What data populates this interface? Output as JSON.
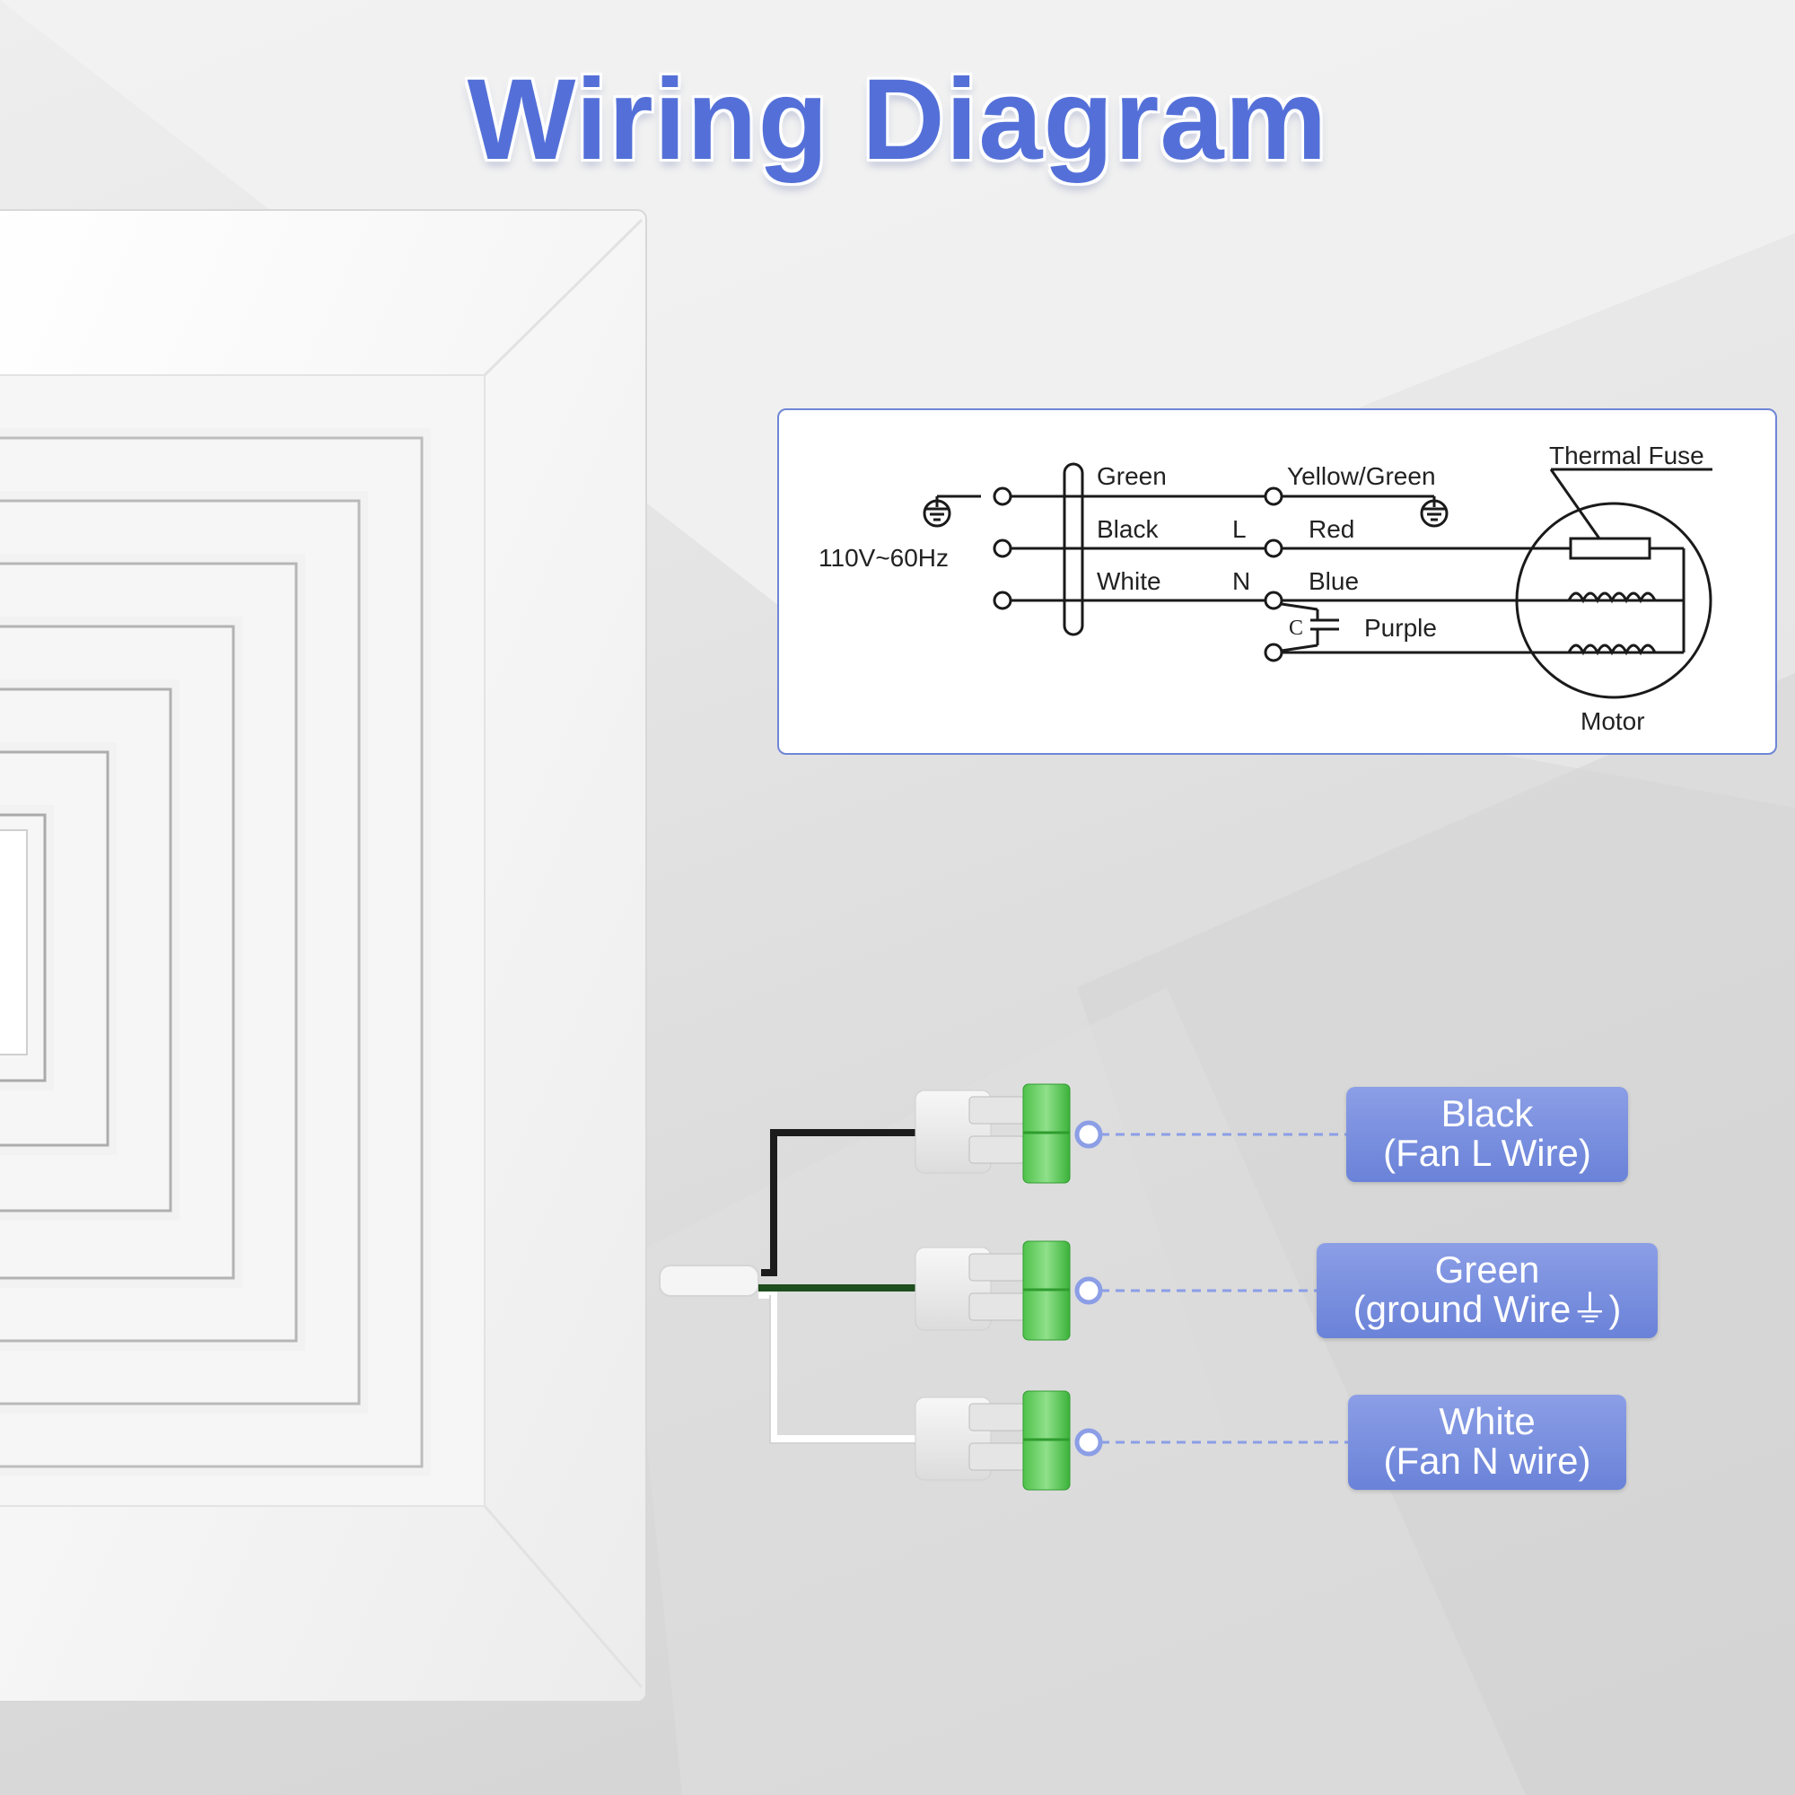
{
  "title": "Wiring Diagram",
  "schematic": {
    "supply": "110V~60Hz",
    "left_wires": [
      "Green",
      "Black",
      "White"
    ],
    "terminal_L": "L",
    "terminal_N": "N",
    "motor_wires": [
      "Yellow/Green",
      "Red",
      "Blue",
      "Purple"
    ],
    "capacitor": "C",
    "thermal_fuse": "Thermal Fuse",
    "motor": "Motor"
  },
  "callouts": [
    {
      "line1": "Black",
      "line2": "(Fan L Wire)"
    },
    {
      "line1": "Green",
      "line2": "(ground Wire⏚)"
    },
    {
      "line1": "White",
      "line2": "(Fan N wire)"
    }
  ],
  "colors": {
    "title": "#5470d8",
    "callout_bg": "#7087db",
    "box_border": "#6f86d6",
    "connector_green": "#6fd36a",
    "wire_black": "#1c1c1c",
    "wire_green": "#1d4e1d",
    "wire_white": "#ffffff"
  }
}
